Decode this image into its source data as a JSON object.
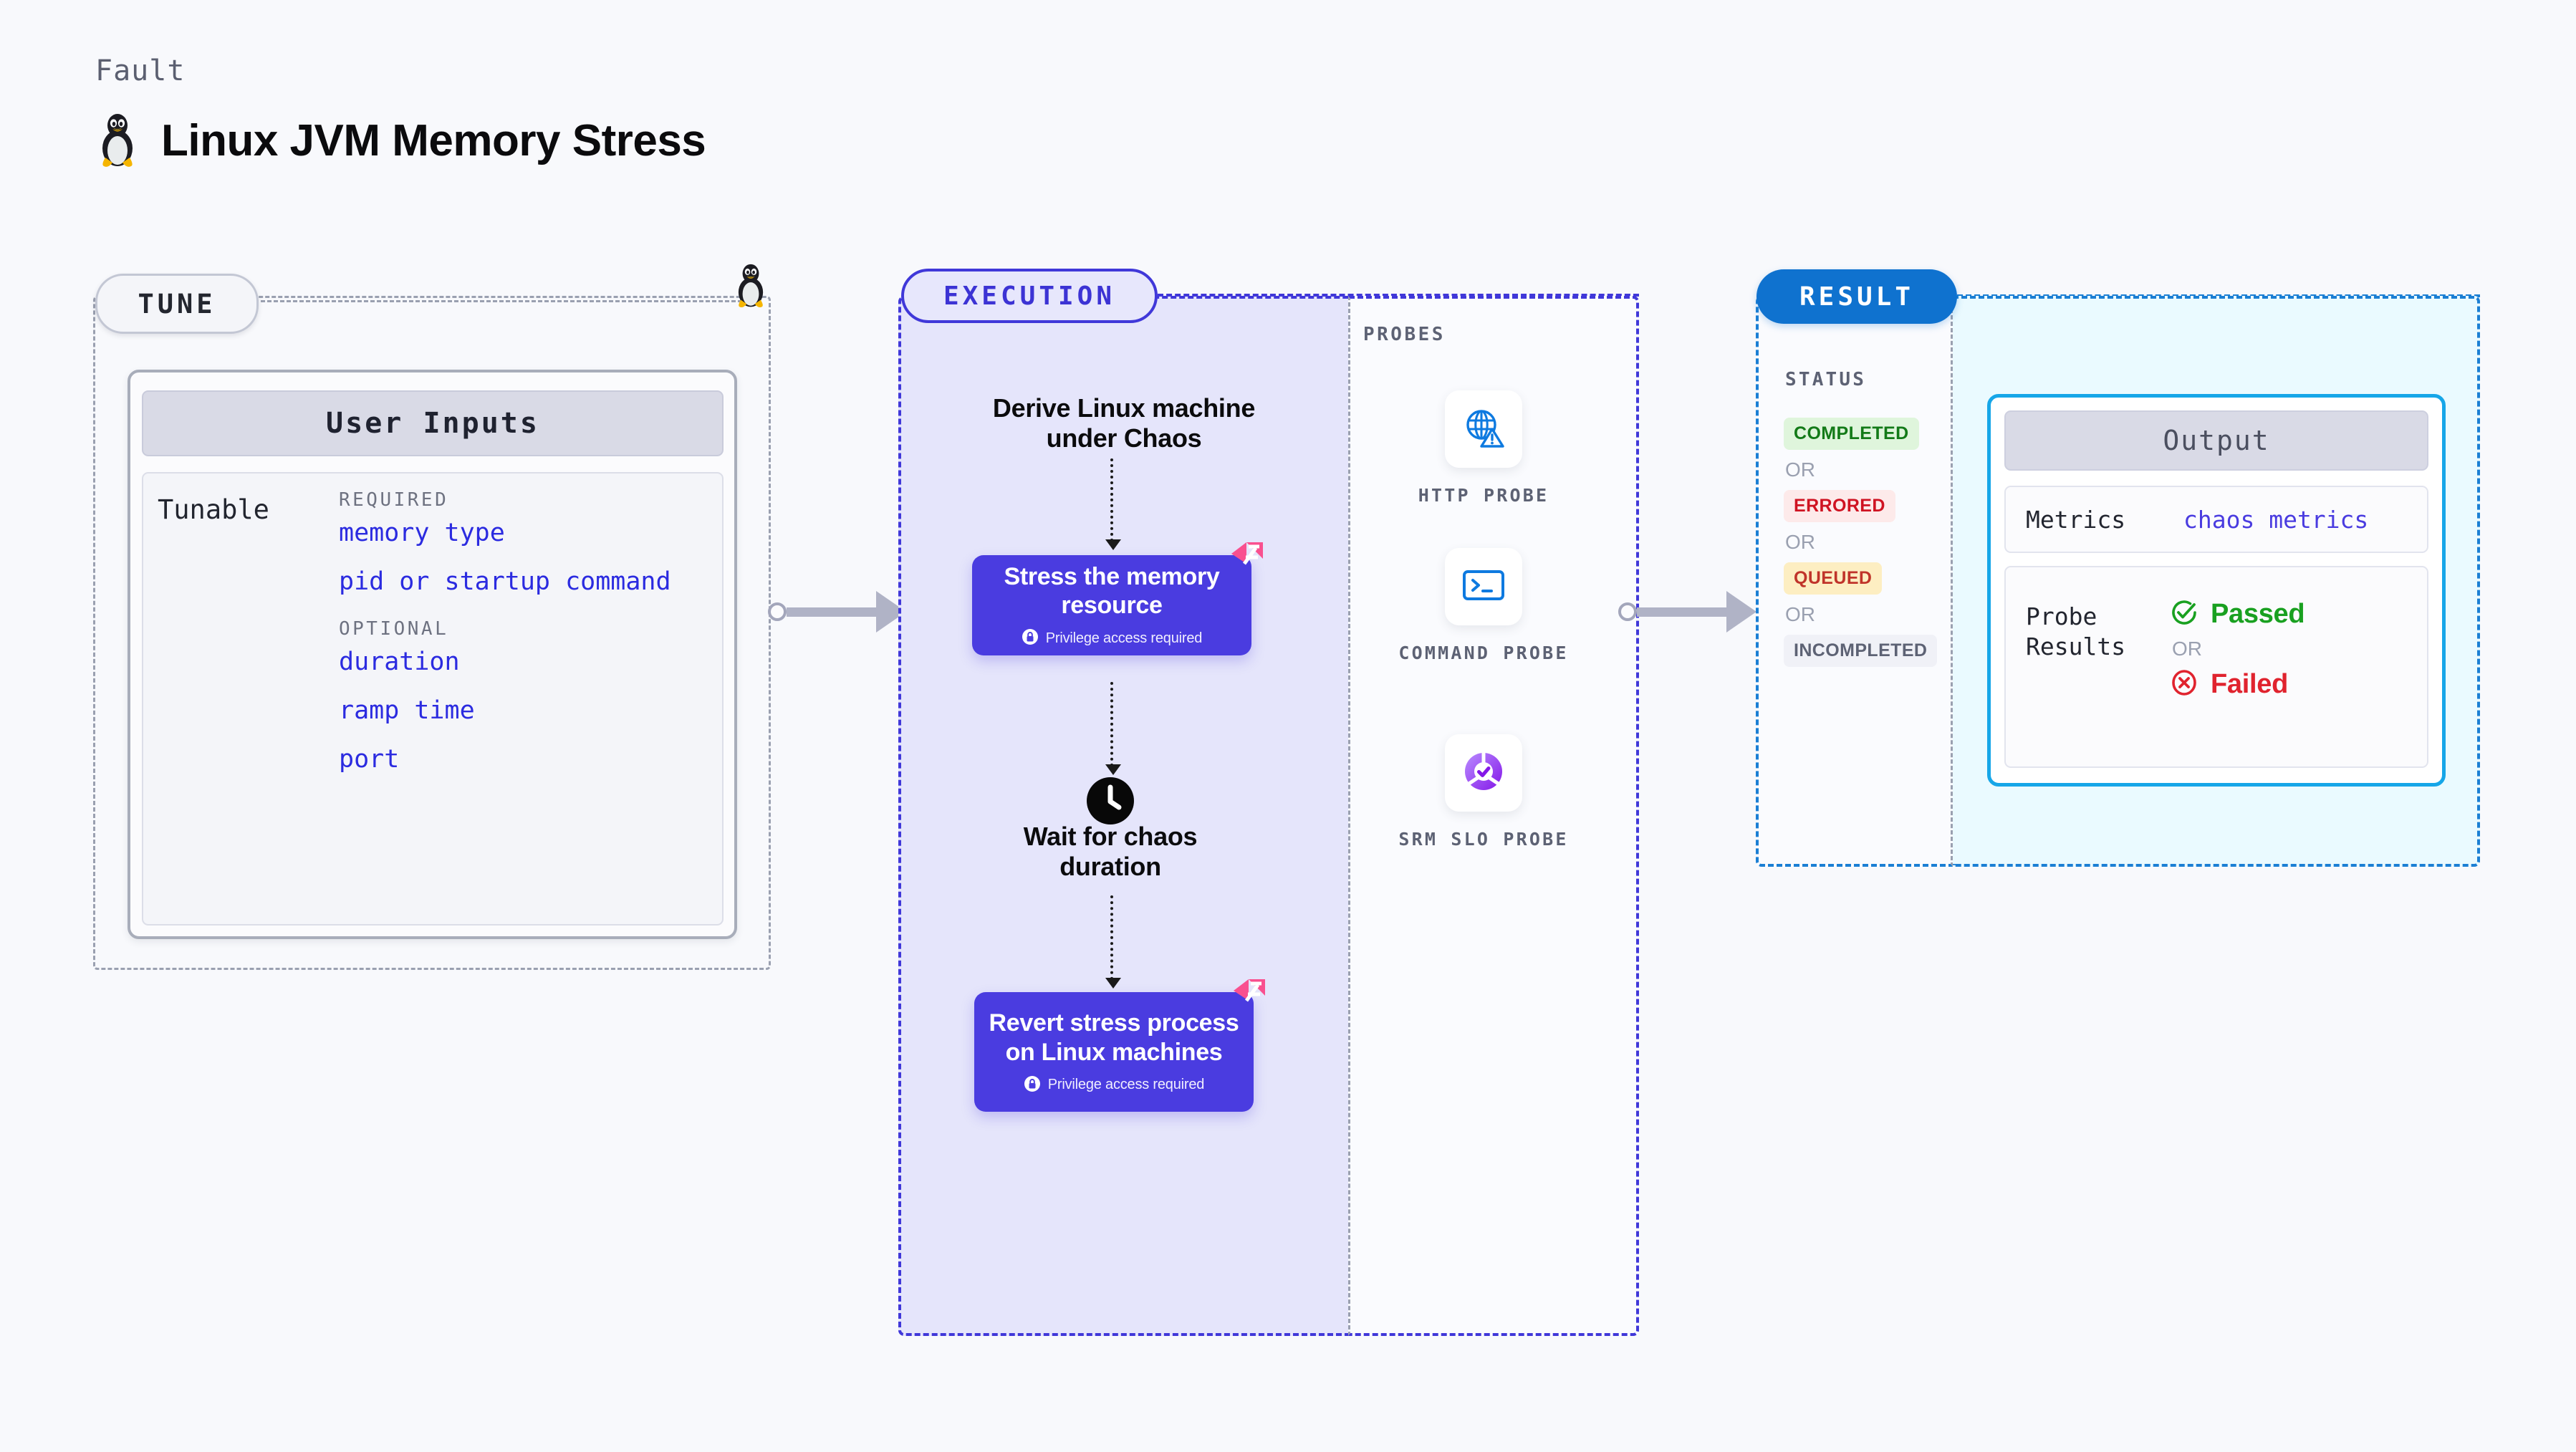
{
  "header": {
    "eyebrow": "Fault",
    "title": "Linux JVM Memory Stress",
    "icon": "linux-penguin-icon"
  },
  "tune": {
    "chip_label": "TUNE",
    "icon": "linux-penguin-icon",
    "card": {
      "header": "User Inputs",
      "row_label": "Tunable",
      "groups": [
        {
          "heading": "REQUIRED",
          "items": [
            "memory type",
            "pid or startup command"
          ]
        },
        {
          "heading": "OPTIONAL",
          "items": [
            "duration",
            "ramp time",
            "port"
          ]
        }
      ]
    }
  },
  "execution": {
    "chip_label": "EXECUTION",
    "steps": [
      {
        "type": "text",
        "label": "Derive Linux machine under Chaos"
      },
      {
        "type": "box",
        "label": "Stress the memory resource",
        "note": "Privilege access required",
        "badge": "harness-logo-icon"
      },
      {
        "type": "wait",
        "label": "Wait for chaos duration",
        "icon": "clock-icon"
      },
      {
        "type": "box",
        "label": "Revert stress process on Linux machines",
        "note": "Privilege access required",
        "badge": "harness-logo-icon"
      }
    ]
  },
  "probes": {
    "title": "PROBES",
    "items": [
      {
        "label": "HTTP PROBE",
        "icon": "globe-warning-icon"
      },
      {
        "label": "COMMAND PROBE",
        "icon": "terminal-icon"
      },
      {
        "label": "SRM SLO PROBE",
        "icon": "slo-donut-check-icon"
      }
    ]
  },
  "result": {
    "chip_label": "RESULT",
    "status_title": "STATUS",
    "or_label": "OR",
    "statuses": [
      {
        "label": "COMPLETED",
        "bg": "#dff5dc",
        "color": "#137a18"
      },
      {
        "label": "ERRORED",
        "bg": "#fdeaea",
        "color": "#cf1322"
      },
      {
        "label": "QUEUED",
        "bg": "#fdeec2",
        "color": "#c0342a"
      },
      {
        "label": "INCOMPLETED",
        "bg": "#f0f1f7",
        "color": "#5d6274"
      }
    ]
  },
  "output": {
    "header": "Output",
    "metrics_label": "Metrics",
    "metrics_value": "chaos metrics",
    "probe_results_label": "Probe Results",
    "or_label": "OR",
    "passed_label": "Passed",
    "failed_label": "Failed",
    "passed_icon": "check-circle-icon",
    "failed_icon": "x-circle-icon"
  },
  "colors": {
    "background": "#f8f9fc",
    "execution_accent": "#4038d9",
    "execution_fill": "#e5e5fb",
    "result_accent": "#1b7fd4",
    "output_fill": "#eafaff",
    "output_border": "#16a6e8",
    "tune_accent": "#9aa0b0",
    "tunable_text": "#2b2be0",
    "harness_pink": "#f9508f",
    "passed_green": "#19a020",
    "failed_red": "#e0232e"
  }
}
